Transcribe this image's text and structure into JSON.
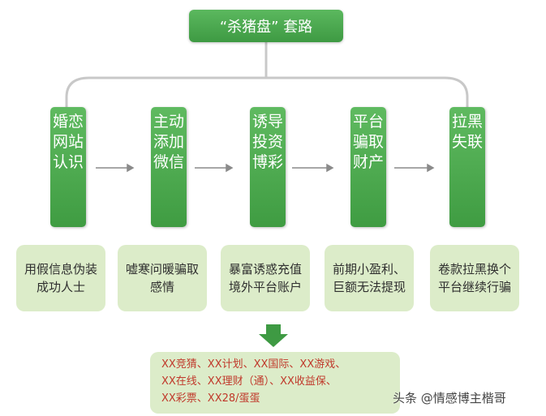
{
  "title": "“杀猪盘” 套路",
  "steps": [
    {
      "label": "婚恋网站认识",
      "desc": "用假信息伪装成功人士"
    },
    {
      "label": "主动添加微信",
      "desc": "嘘寒问暖骗取感情"
    },
    {
      "label": "诱导投资博彩",
      "desc": "暴富诱惑充值境外平台账户"
    },
    {
      "label": "平台骗取财产",
      "desc": "前期小盈利、巨额无法提现"
    },
    {
      "label": "拉黑失联",
      "desc": "卷款拉黑换个平台继续行骗"
    }
  ],
  "examples": {
    "line1": "XX竞猜、XX计划、XX国际、XX游戏、",
    "line2": "XX在线、XX理财（通）、XX收益保、",
    "line3": "XX彩票、XX28/蛋蛋"
  },
  "watermark": "头条 @情感博主楷哥",
  "colors": {
    "green": "#4caf50",
    "light_green": "#dcecc9",
    "example_text": "#c0392b"
  }
}
